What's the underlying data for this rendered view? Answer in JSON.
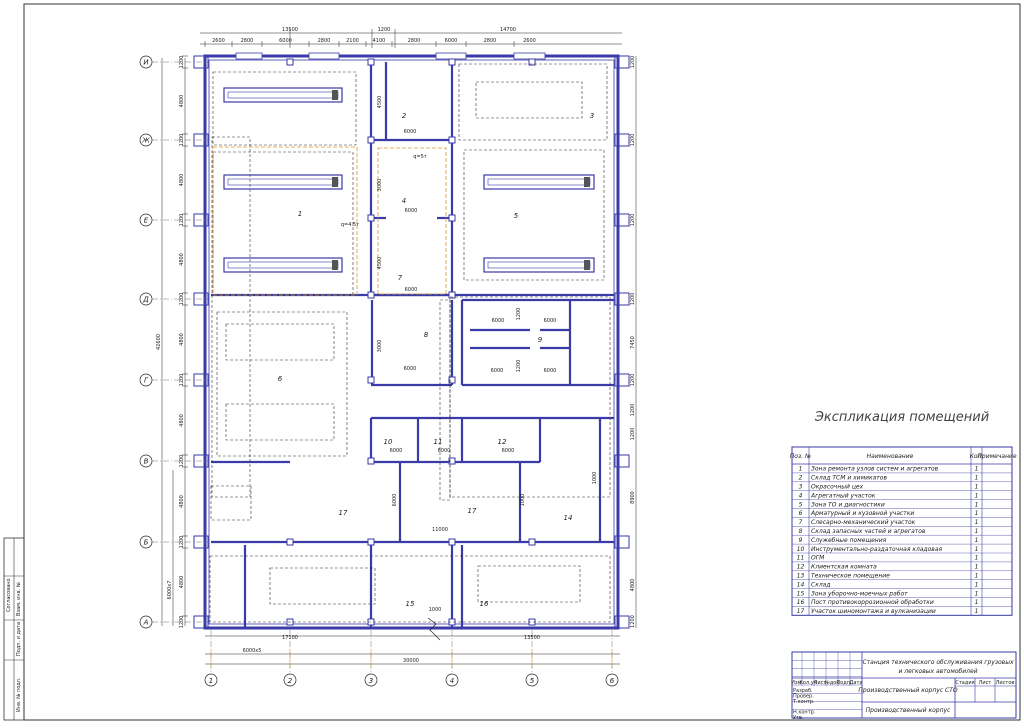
{
  "plan": {
    "axes_letters": [
      "И",
      "Ж",
      "Е",
      "Д",
      "Г",
      "В",
      "Б",
      "А"
    ],
    "axes_numbers": [
      "1",
      "2",
      "3",
      "4",
      "5",
      "6"
    ],
    "dims_top_total": [
      "13500",
      "1200",
      "14700"
    ],
    "dims_top_segments": [
      "2600",
      "2800",
      "6000",
      "2800",
      "2100",
      "4100",
      "2800",
      "6000",
      "2800",
      "2600"
    ],
    "dims_bottom": [
      "17100",
      "13500"
    ],
    "dim_bottom_step": "6000x5",
    "dim_bottom_total": "30000",
    "dims_left_total": "42600",
    "dims_left_bottom": "6000x7",
    "dims_left_segments": [
      "1200",
      "4800",
      "1200",
      "4800",
      "1200",
      "4800",
      "1200",
      "4800",
      "1200",
      "4800",
      "1200",
      "4800",
      "1200",
      "4800",
      "1200"
    ],
    "dims_right_segments": [
      "1200",
      "1200",
      "1200",
      "1200",
      "1200",
      "7450",
      "1200",
      "1200",
      "8900",
      "4800",
      "1200"
    ],
    "rooms": [
      {
        "num": "1"
      },
      {
        "num": "2"
      },
      {
        "num": "3"
      },
      {
        "num": "4"
      },
      {
        "num": "5"
      },
      {
        "num": "6"
      },
      {
        "num": "7"
      },
      {
        "num": "8"
      },
      {
        "num": "9"
      },
      {
        "num": "10"
      },
      {
        "num": "11"
      },
      {
        "num": "12"
      },
      {
        "num": "17"
      },
      {
        "num": "17"
      },
      {
        "num": "14"
      },
      {
        "num": "15"
      },
      {
        "num": "16"
      }
    ],
    "inner_dims": [
      "6000",
      "6000",
      "6000",
      "6000",
      "6000",
      "6000",
      "6000",
      "6000",
      "4500",
      "3000",
      "4500",
      "3000",
      "6000",
      "6000",
      "6000",
      "11000",
      "1000",
      "6000",
      "1000",
      "1000",
      "q=5т",
      "q=4.5т",
      "1200",
      "1200"
    ]
  },
  "explication": {
    "title": "Экспликация помещений",
    "headers": [
      "Поз. №",
      "Наименование",
      "Кол.",
      "Примечание"
    ],
    "rows": [
      {
        "pos": "1",
        "name": "Зона ремонта узлов систем и агрегатов",
        "qty": "1"
      },
      {
        "pos": "2",
        "name": "Склад ТСМ и химикатов",
        "qty": "1"
      },
      {
        "pos": "3",
        "name": "Окрасочный цех",
        "qty": "1"
      },
      {
        "pos": "4",
        "name": "Агрегатный участок",
        "qty": "1"
      },
      {
        "pos": "5",
        "name": "Зона ТО и диагностики",
        "qty": "1"
      },
      {
        "pos": "6",
        "name": "Арматурный и кузовной участки",
        "qty": "1"
      },
      {
        "pos": "7",
        "name": "Слесарно-механический участок",
        "qty": "1"
      },
      {
        "pos": "8",
        "name": "Склад запасных частей и агрегатов",
        "qty": "1"
      },
      {
        "pos": "9",
        "name": "Служебные помещения",
        "qty": "1"
      },
      {
        "pos": "10",
        "name": "Инструментально-раздаточная кладовая",
        "qty": "1"
      },
      {
        "pos": "11",
        "name": "ОГМ",
        "qty": "1"
      },
      {
        "pos": "12",
        "name": "Клиентская комната",
        "qty": "1"
      },
      {
        "pos": "13",
        "name": "Техническое помещение",
        "qty": "1"
      },
      {
        "pos": "14",
        "name": "Склад",
        "qty": "1"
      },
      {
        "pos": "15",
        "name": "Зона уборочно-моечных работ",
        "qty": "1"
      },
      {
        "pos": "16",
        "name": "Пост противокоррозионной обработки",
        "qty": "1"
      },
      {
        "pos": "17",
        "name": "Участок шиномонтажа и вулканизации",
        "qty": "1"
      }
    ]
  },
  "stamp": {
    "project": "Станция технического обслуживания грузовых и легковых автомобилей",
    "sheet_title": "Производственный корпус СТО",
    "drawing_name": "Производственный корпус",
    "cols": [
      "Стадия",
      "Лист",
      "Листов"
    ],
    "left_cols": [
      "Изм.",
      "Кол.уч",
      "Лист",
      "№док",
      "Подп.",
      "Дата"
    ],
    "left_rows": [
      "Разраб.",
      "Провер.",
      "Т.контр.",
      "",
      "Н.контр.",
      "Утв."
    ]
  },
  "side_strip": {
    "labels": [
      "Инв. № подл.",
      "Подп. и дата",
      "Взам. инв. №",
      "Согласовано"
    ]
  }
}
